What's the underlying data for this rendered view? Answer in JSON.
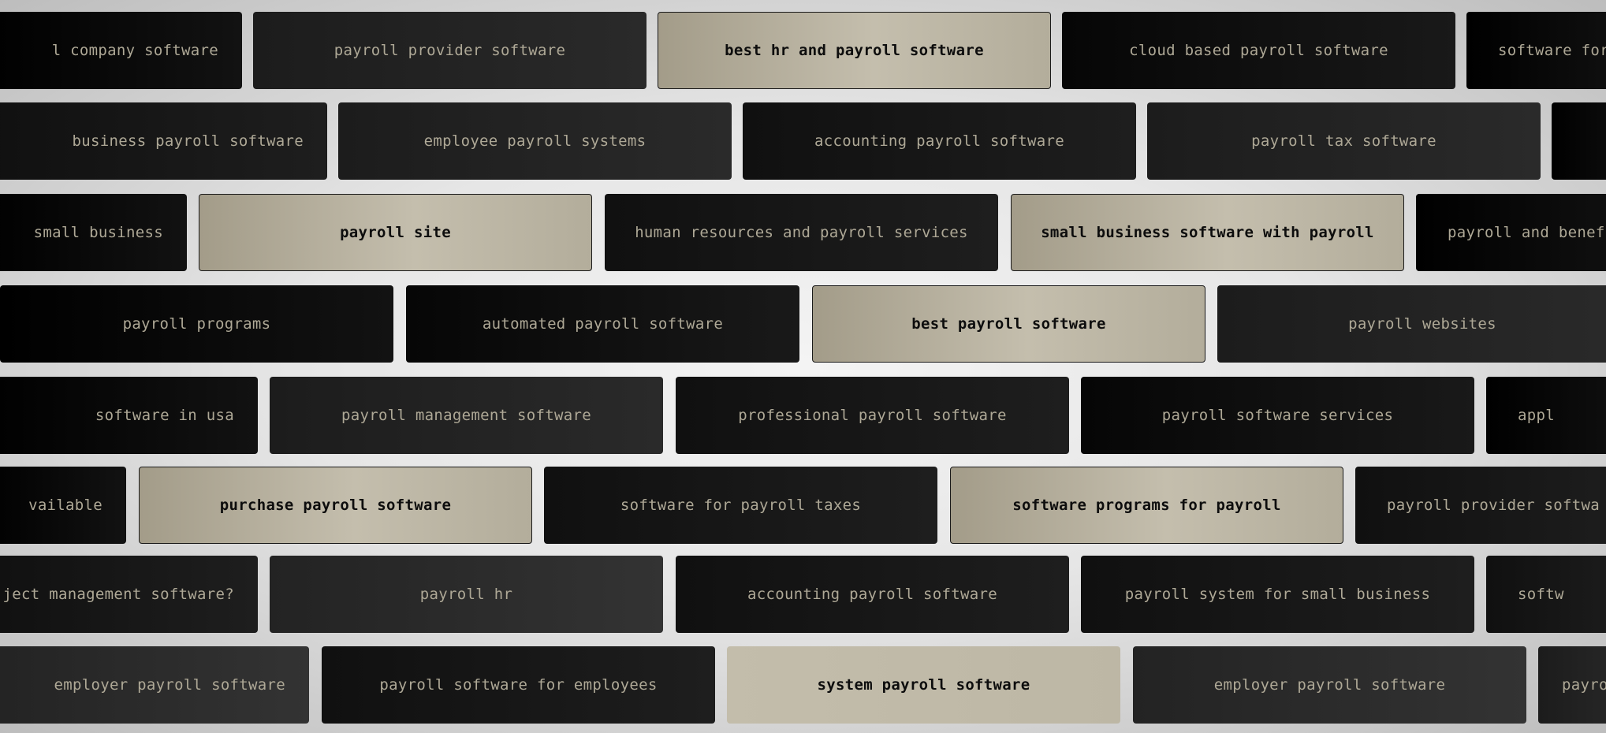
{
  "rows": [
    [
      "l company software",
      "payroll provider software",
      "best hr and payroll software",
      "cloud based payroll software",
      "software for"
    ],
    [
      "business payroll software",
      "employee payroll systems",
      "accounting payroll software",
      "payroll tax software",
      ""
    ],
    [
      "small business",
      "payroll site",
      "human resources and payroll services",
      "small business software with payroll",
      "payroll and benef"
    ],
    [
      "payroll programs",
      "automated payroll software",
      "best payroll software",
      "payroll websites"
    ],
    [
      "software in usa",
      "payroll management software",
      "professional payroll software",
      "payroll software services",
      "appl"
    ],
    [
      "vailable",
      "purchase payroll software",
      "software for payroll taxes",
      "software programs for payroll",
      "payroll provider softwa"
    ],
    [
      "ject management software?",
      "payroll hr",
      "accounting payroll software",
      "payroll system for small business",
      "softw"
    ],
    [
      "employer payroll software",
      "payroll software for employees",
      "system payroll software",
      "employer payroll software",
      "payro"
    ]
  ]
}
